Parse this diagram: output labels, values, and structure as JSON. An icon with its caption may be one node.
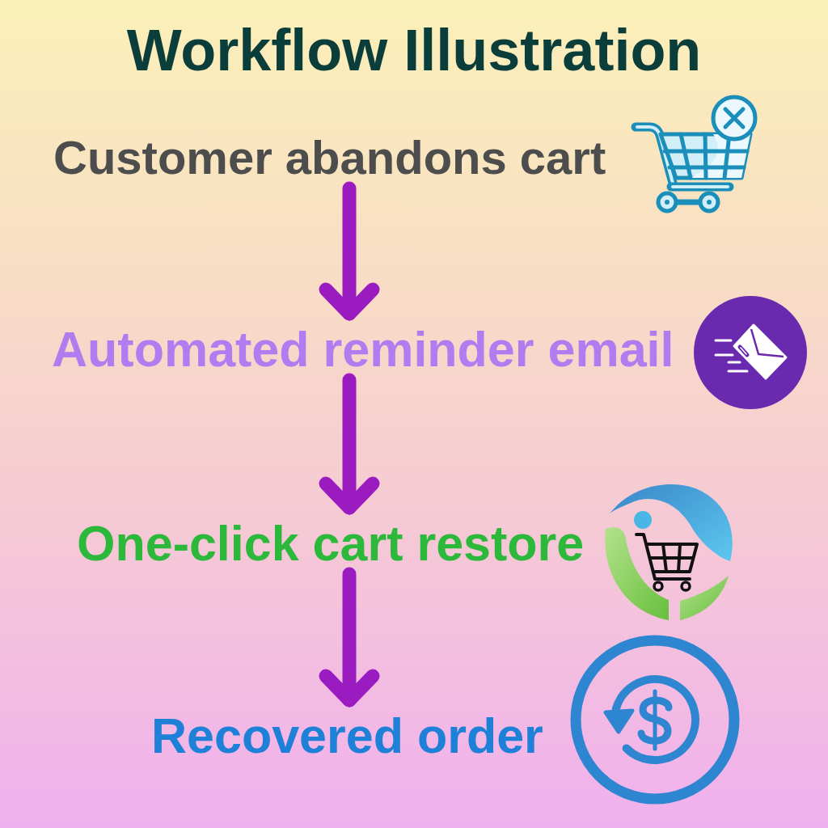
{
  "diagram": {
    "title": "Workflow Illustration",
    "nodes": [
      {
        "text": [
          "Customer abandons cart"
        ]
      },
      {
        "text": [
          "Automated reminder email"
        ]
      },
      {
        "text": [
          "One-click cart restore"
        ]
      },
      {
        "text": [
          "Recovered order"
        ]
      }
    ],
    "edges": [
      {
        "from": 0,
        "to": 1,
        "arrow": "to"
      },
      {
        "from": 1,
        "to": 2,
        "arrow": "to"
      },
      {
        "from": 2,
        "to": 3,
        "arrow": "to"
      }
    ]
  }
}
